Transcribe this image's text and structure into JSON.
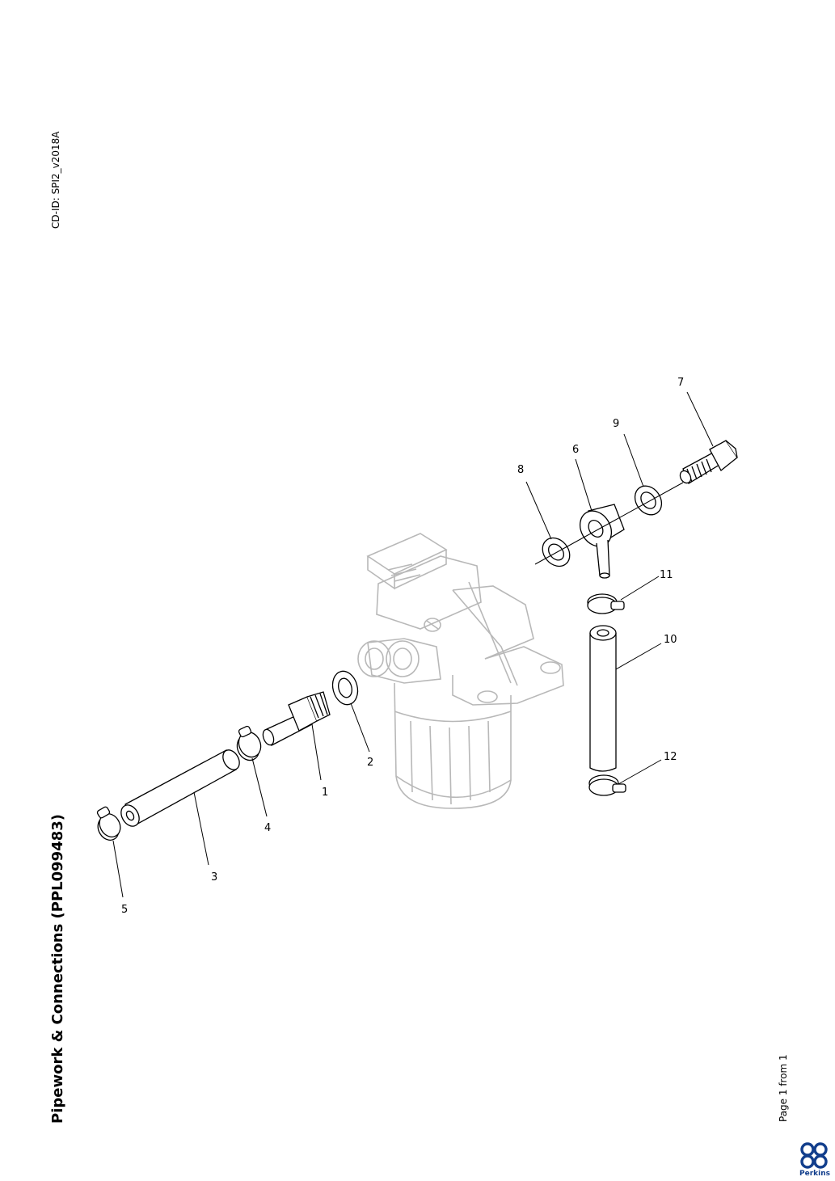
{
  "document": {
    "cd_id": "CD-ID: SPI2_v2018A",
    "title": "Pipework & Connections (PPL099483)",
    "page_footer": "Page 1 from 1",
    "brand": "Perkins"
  },
  "callouts": [
    {
      "number": "1"
    },
    {
      "number": "2"
    },
    {
      "number": "3"
    },
    {
      "number": "4"
    },
    {
      "number": "5"
    },
    {
      "number": "6"
    },
    {
      "number": "7"
    },
    {
      "number": "8"
    },
    {
      "number": "9"
    },
    {
      "number": "10"
    },
    {
      "number": "11"
    },
    {
      "number": "12"
    }
  ],
  "colors": {
    "line": "#000000",
    "ghost": "#b5b5b5",
    "brand": "#123e8c"
  }
}
